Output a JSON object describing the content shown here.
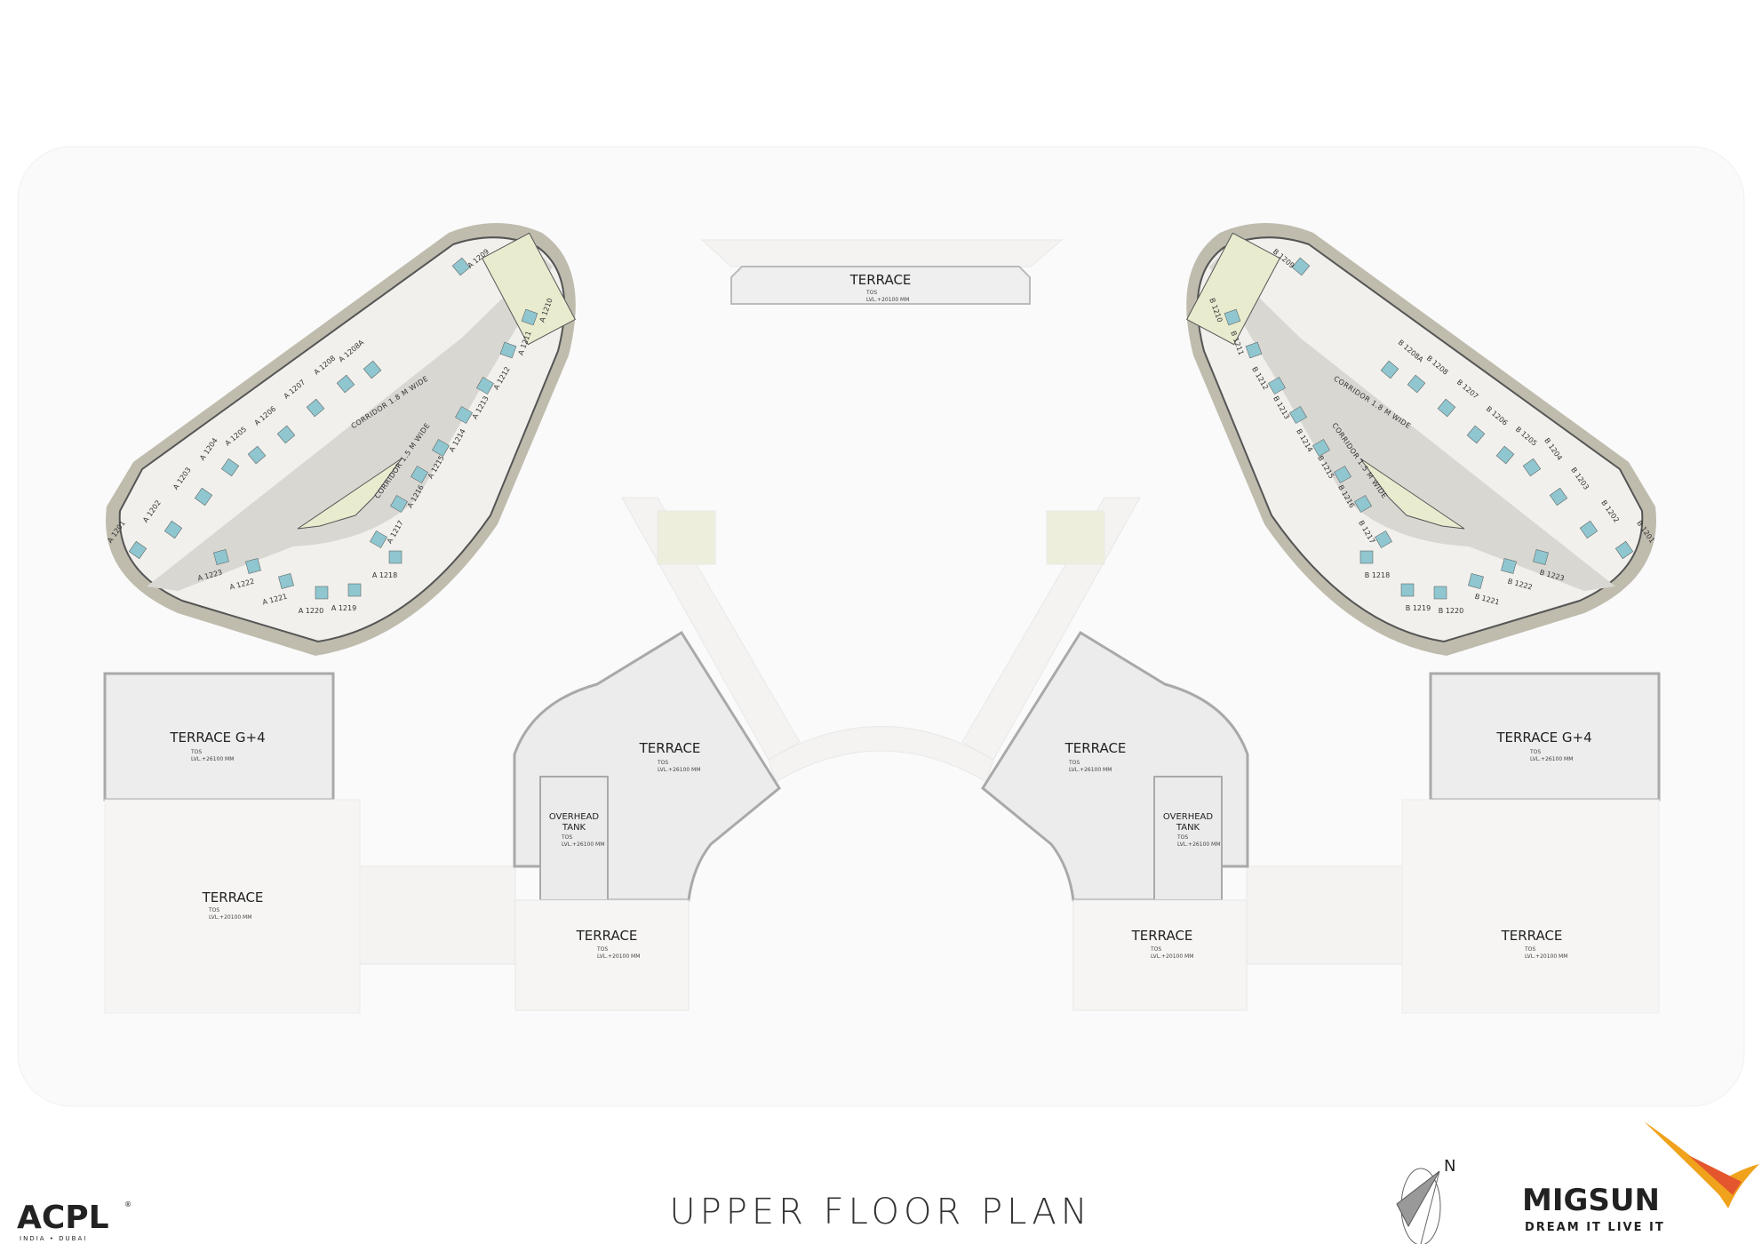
{
  "title": "UPPER FLOOR PLAN",
  "colors": {
    "corridor": "#d9d7d2",
    "facade": "#bfbcae",
    "bath": "#8fc6cf",
    "stair": "#e9ebcf",
    "lobby": "#d8cfc6",
    "terrace": "#eeeeee",
    "terrace_border": "#a9a9a9"
  },
  "top_terrace": {
    "name": "TERRACE",
    "tos": "TOS",
    "level": "LVL.+20100 MM"
  },
  "left": {
    "terrace_g4": {
      "name": "TERRACE G+4",
      "tos": "TOS",
      "level": "LVL.+26100 MM"
    },
    "terrace_big": {
      "name": "TERRACE",
      "tos": "TOS",
      "level": "LVL.+20100 MM"
    },
    "terrace_mid": {
      "name": "TERRACE",
      "tos": "TOS",
      "level": "LVL.+26100 MM"
    },
    "tank": {
      "name1": "OVERHEAD",
      "name2": "TANK",
      "tos": "TOS",
      "level": "LVL.+26100 MM"
    },
    "terrace_low": {
      "name": "TERRACE",
      "tos": "TOS",
      "level": "LVL.+20100 MM"
    },
    "corridor_a": "CORRIDOR 1.8 M WIDE",
    "corridor_b": "CORRIDOR 1.5 M WIDE",
    "units": [
      "A 1201",
      "A 1202",
      "A 1203",
      "A 1204",
      "A 1205",
      "A 1206",
      "A 1207",
      "A 1208",
      "A 1208A",
      "A 1209",
      "A 1210",
      "A 1211",
      "A 1212",
      "A 1213",
      "A 1214",
      "A 1215",
      "A 1216",
      "A 1217",
      "A 1218",
      "A 1219",
      "A 1220",
      "A 1221",
      "A 1222",
      "A 1223"
    ]
  },
  "right": {
    "terrace_g4": {
      "name": "TERRACE G+4",
      "tos": "TOS",
      "level": "LVL.+26100 MM"
    },
    "terrace_big": {
      "name": "TERRACE",
      "tos": "TOS",
      "level": "LVL.+20100 MM"
    },
    "terrace_mid": {
      "name": "TERRACE",
      "tos": "TOS",
      "level": "LVL.+26100 MM"
    },
    "tank": {
      "name1": "OVERHEAD",
      "name2": "TANK",
      "tos": "TOS",
      "level": "LVL.+26100 MM"
    },
    "terrace_low": {
      "name": "TERRACE",
      "tos": "TOS",
      "level": "LVL.+20100 MM"
    },
    "corridor_a": "CORRIDOR 1.8 M WIDE",
    "corridor_b": "CORRIDOR 1.5 M WIDE",
    "units": [
      "B 1201",
      "B 1202",
      "B 1203",
      "B 1204",
      "B 1205",
      "B 1206",
      "B 1207",
      "B 1208",
      "B 1208A",
      "B 1209",
      "B 1210",
      "B 1211",
      "B 1212",
      "B 1213",
      "B 1214",
      "B 1215",
      "B 1216",
      "B 1217",
      "B 1218",
      "B 1219",
      "B 1220",
      "B 1221",
      "B 1222",
      "B 1223"
    ]
  },
  "compass": {
    "north": "N",
    "icon": "north-arrow-icon"
  },
  "logos": {
    "acpl": {
      "name": "ACPL",
      "registered": "®",
      "sub": "INDIA • DUBAI"
    },
    "migsun": {
      "name": "MIGSUN",
      "tagline": "DREAM IT LIVE IT",
      "icon": "bird-icon"
    }
  }
}
